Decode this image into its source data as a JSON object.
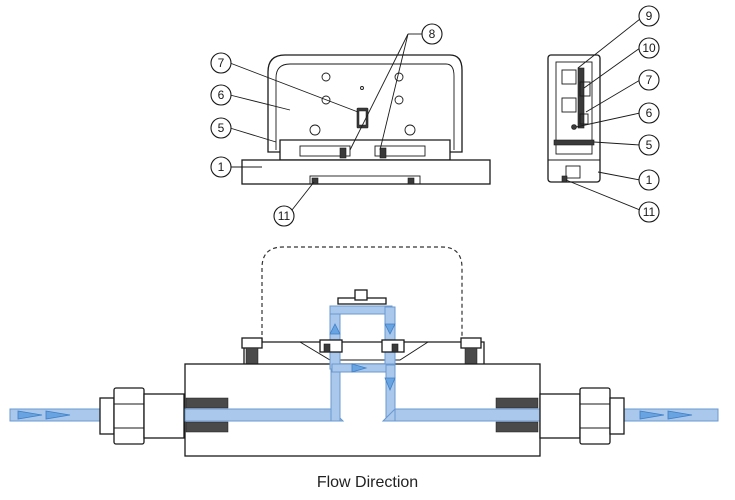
{
  "callouts": {
    "front": [
      "1",
      "5",
      "6",
      "7",
      "8",
      "11"
    ],
    "side": [
      "9",
      "10",
      "7",
      "6",
      "5",
      "1",
      "11"
    ]
  },
  "caption": "Flow Direction"
}
